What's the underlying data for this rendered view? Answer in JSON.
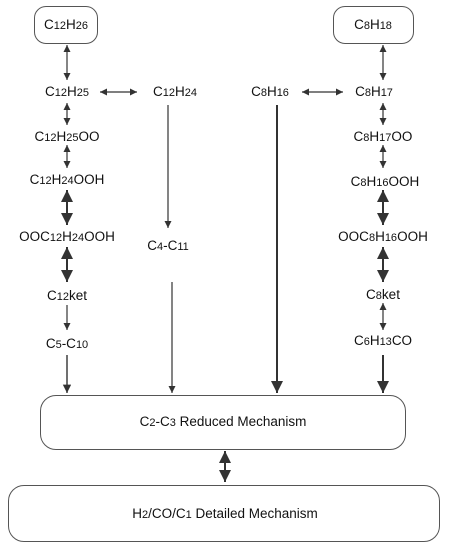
{
  "species": {
    "c12h26": [
      "C",
      "12",
      "H",
      "26"
    ],
    "c12h25": [
      "C",
      "12",
      "H",
      "25"
    ],
    "c12h24": [
      "C",
      "12",
      "H",
      "24"
    ],
    "c12h25oo": [
      "C",
      "12",
      "H",
      "25",
      "OO"
    ],
    "c12h24ooh": [
      "C",
      "12",
      "H",
      "24",
      "OOH"
    ],
    "ooc12h24ooh": [
      "OOC",
      "12",
      "H",
      "24",
      "OOH"
    ],
    "c4c11": [
      "C",
      "4",
      "-C",
      "11"
    ],
    "c12ket": [
      "C",
      "12",
      "ket"
    ],
    "c5c10": [
      "C",
      "5",
      "-C",
      "10"
    ],
    "c8h18": [
      "C",
      "8",
      "H",
      "18"
    ],
    "c8h16": [
      "C",
      "8",
      "H",
      "16"
    ],
    "c8h17": [
      "C",
      "8",
      "H",
      "17"
    ],
    "c8h17oo": [
      "C",
      "8",
      "H",
      "17",
      "OO"
    ],
    "c8h16ooh": [
      "C",
      "8",
      "H",
      "16",
      "OOH"
    ],
    "ooc8h16ooh": [
      "OOC",
      "8",
      "H",
      "16",
      "OOH"
    ],
    "c8ket": [
      "C",
      "8",
      "ket"
    ],
    "c6h13co": [
      "C",
      "6",
      "H",
      "13",
      "CO"
    ]
  },
  "boxes": {
    "reduced": [
      "C",
      "2",
      "-C",
      "3",
      " Reduced Mechanism"
    ],
    "detailed": [
      "H",
      "2",
      "/CO/C",
      "1",
      " Detailed Mechanism"
    ]
  },
  "colors": {
    "arrow": "#333333",
    "box_border": "#555555",
    "text": "#111111"
  }
}
